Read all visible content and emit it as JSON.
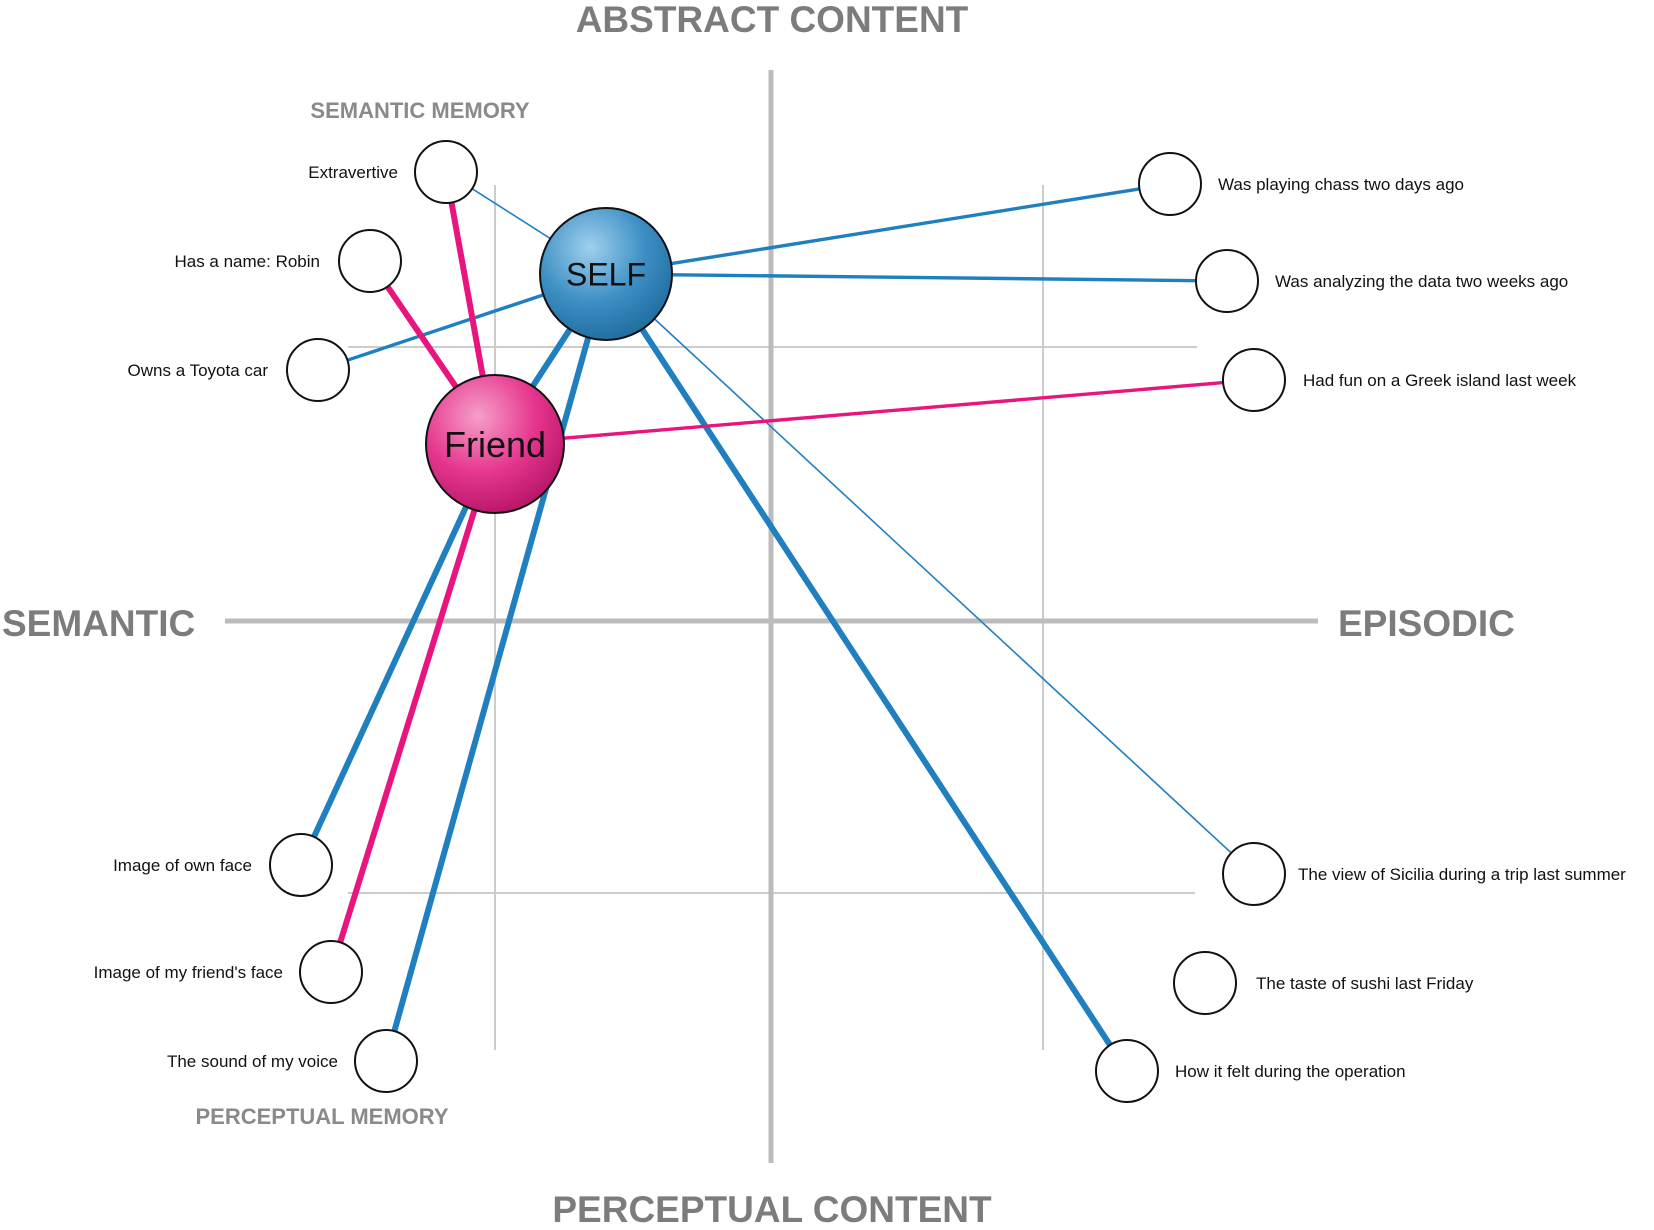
{
  "axes": {
    "top": "ABSTRACT CONTENT",
    "bottom": "PERCEPTUAL CONTENT",
    "left": "SEMANTIC",
    "right": "EPISODIC"
  },
  "regions": {
    "semantic_memory": "SEMANTIC MEMORY",
    "perceptual_memory": "PERCEPTUAL MEMORY"
  },
  "hubs": {
    "self": {
      "label": "SELF",
      "color": "#3d8fc4"
    },
    "friend": {
      "label": "Friend",
      "color": "#e6368e"
    }
  },
  "nodes": [
    {
      "id": "extravertive",
      "label": "Extravertive"
    },
    {
      "id": "robin",
      "label": "Has a name: Robin"
    },
    {
      "id": "toyota",
      "label": "Owns a Toyota car"
    },
    {
      "id": "chess",
      "label": "Was playing chass two days ago"
    },
    {
      "id": "analyzing",
      "label": "Was analyzing the data two weeks ago"
    },
    {
      "id": "greek",
      "label": "Had fun on a Greek island last week"
    },
    {
      "id": "ownface",
      "label": "Image of own face"
    },
    {
      "id": "friendface",
      "label": "Image of my friend's face"
    },
    {
      "id": "voice",
      "label": "The sound of my voice"
    },
    {
      "id": "sicilia",
      "label": "The view of Sicilia during a trip last summer"
    },
    {
      "id": "sushi",
      "label": "The taste of sushi last Friday"
    },
    {
      "id": "operation",
      "label": "How it felt during the operation"
    }
  ],
  "links": [
    {
      "from": "self",
      "to": "chess",
      "color": "#1f7fbf",
      "weight": "medium"
    },
    {
      "from": "self",
      "to": "analyzing",
      "color": "#1f7fbf",
      "weight": "medium"
    },
    {
      "from": "self",
      "to": "toyota",
      "color": "#1f7fbf",
      "weight": "medium"
    },
    {
      "from": "self",
      "to": "extravertive",
      "color": "#1f7fbf",
      "weight": "thin"
    },
    {
      "from": "self",
      "to": "sicilia",
      "color": "#1f7fbf",
      "weight": "thin"
    },
    {
      "from": "self",
      "to": "operation",
      "color": "#1f7fbf",
      "weight": "thick"
    },
    {
      "from": "self",
      "to": "voice",
      "color": "#1f7fbf",
      "weight": "thick"
    },
    {
      "from": "self",
      "to": "friend",
      "color": "#1f7fbf",
      "weight": "thick"
    },
    {
      "from": "friend",
      "to": "ownface",
      "color": "#1f7fbf",
      "weight": "thick"
    },
    {
      "from": "friend",
      "to": "extravertive",
      "color": "#e8157f",
      "weight": "thick"
    },
    {
      "from": "friend",
      "to": "robin",
      "color": "#e8157f",
      "weight": "thick"
    },
    {
      "from": "friend",
      "to": "greek",
      "color": "#e8157f",
      "weight": "medium"
    },
    {
      "from": "friend",
      "to": "friendface",
      "color": "#e8157f",
      "weight": "thick"
    }
  ]
}
